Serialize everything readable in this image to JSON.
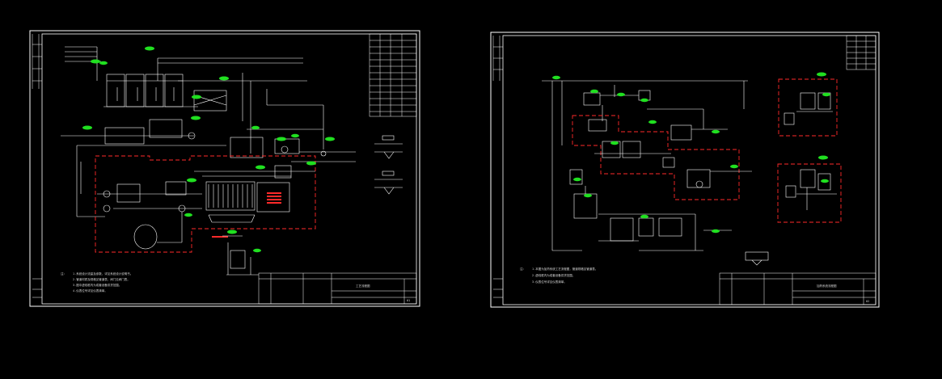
{
  "viewport": {
    "background": "#000000"
  },
  "colors": {
    "line": "#ffffff",
    "dashed_region": "#ff2a2a",
    "tag": "#20e020",
    "text": "#d8d8d8"
  },
  "sheets": [
    {
      "id": "sheet-1",
      "notes_header": "注：",
      "notes": [
        "1.系统设计流量及参数，详见系统设计说明书。",
        "2.管道材质及规格见管道表，阀门见阀门表。",
        "3.图中虚线框内为成套设备供货范围。",
        "4.仪表位号详见仪表清单。"
      ],
      "title_block_title": "工艺流程图",
      "drawing_no": "01"
    },
    {
      "id": "sheet-2",
      "notes_header": "注：",
      "notes": [
        "1.本图为加药系统工艺流程图，管道规格见管道表。",
        "2.虚线框内为成套设备供货范围。",
        "3.仪表位号详见仪表清单。"
      ],
      "title_block_title": "加药系统流程图",
      "drawing_no": "02"
    }
  ]
}
